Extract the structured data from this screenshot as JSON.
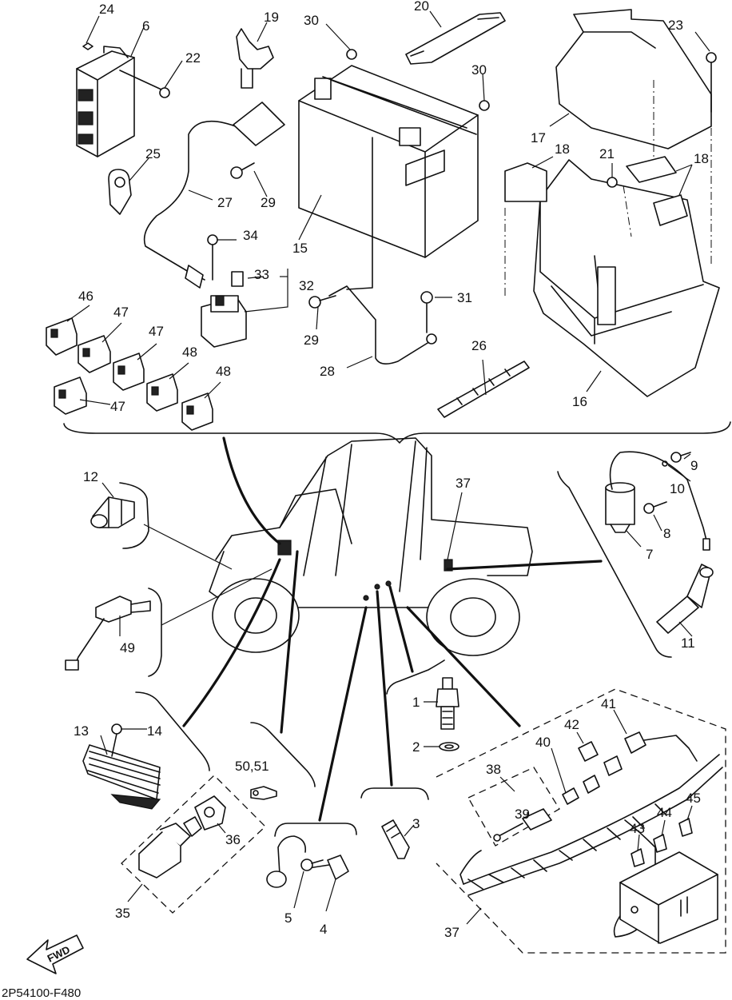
{
  "diagram": {
    "drawing_code": "2P54100-F480",
    "fwd_label": "FWD",
    "callouts": [
      {
        "id": "1",
        "text": "1"
      },
      {
        "id": "2",
        "text": "2"
      },
      {
        "id": "3",
        "text": "3"
      },
      {
        "id": "4",
        "text": "4"
      },
      {
        "id": "5",
        "text": "5"
      },
      {
        "id": "6",
        "text": "6"
      },
      {
        "id": "7",
        "text": "7"
      },
      {
        "id": "8",
        "text": "8"
      },
      {
        "id": "9",
        "text": "9"
      },
      {
        "id": "10",
        "text": "10"
      },
      {
        "id": "11",
        "text": "11"
      },
      {
        "id": "12",
        "text": "12"
      },
      {
        "id": "13",
        "text": "13"
      },
      {
        "id": "14",
        "text": "14"
      },
      {
        "id": "15",
        "text": "15"
      },
      {
        "id": "16",
        "text": "16"
      },
      {
        "id": "17",
        "text": "17"
      },
      {
        "id": "18a",
        "text": "18"
      },
      {
        "id": "18b",
        "text": "18"
      },
      {
        "id": "19",
        "text": "19"
      },
      {
        "id": "20",
        "text": "20"
      },
      {
        "id": "21",
        "text": "21"
      },
      {
        "id": "22",
        "text": "22"
      },
      {
        "id": "23",
        "text": "23"
      },
      {
        "id": "24",
        "text": "24"
      },
      {
        "id": "25",
        "text": "25"
      },
      {
        "id": "26",
        "text": "26"
      },
      {
        "id": "27",
        "text": "27"
      },
      {
        "id": "28",
        "text": "28"
      },
      {
        "id": "29a",
        "text": "29"
      },
      {
        "id": "29b",
        "text": "29"
      },
      {
        "id": "30a",
        "text": "30"
      },
      {
        "id": "30b",
        "text": "30"
      },
      {
        "id": "31",
        "text": "31"
      },
      {
        "id": "32",
        "text": "32"
      },
      {
        "id": "33",
        "text": "33"
      },
      {
        "id": "34",
        "text": "34"
      },
      {
        "id": "35",
        "text": "35"
      },
      {
        "id": "36",
        "text": "36"
      },
      {
        "id": "37a",
        "text": "37"
      },
      {
        "id": "37b",
        "text": "37"
      },
      {
        "id": "38",
        "text": "38"
      },
      {
        "id": "39",
        "text": "39"
      },
      {
        "id": "40",
        "text": "40"
      },
      {
        "id": "41",
        "text": "41"
      },
      {
        "id": "42",
        "text": "42"
      },
      {
        "id": "43",
        "text": "43"
      },
      {
        "id": "44",
        "text": "44"
      },
      {
        "id": "45",
        "text": "45"
      },
      {
        "id": "46",
        "text": "46"
      },
      {
        "id": "47a",
        "text": "47"
      },
      {
        "id": "47b",
        "text": "47"
      },
      {
        "id": "47c",
        "text": "47"
      },
      {
        "id": "48a",
        "text": "48"
      },
      {
        "id": "48b",
        "text": "48"
      },
      {
        "id": "49",
        "text": "49"
      },
      {
        "id": "50_51",
        "text": "50,51"
      }
    ]
  }
}
